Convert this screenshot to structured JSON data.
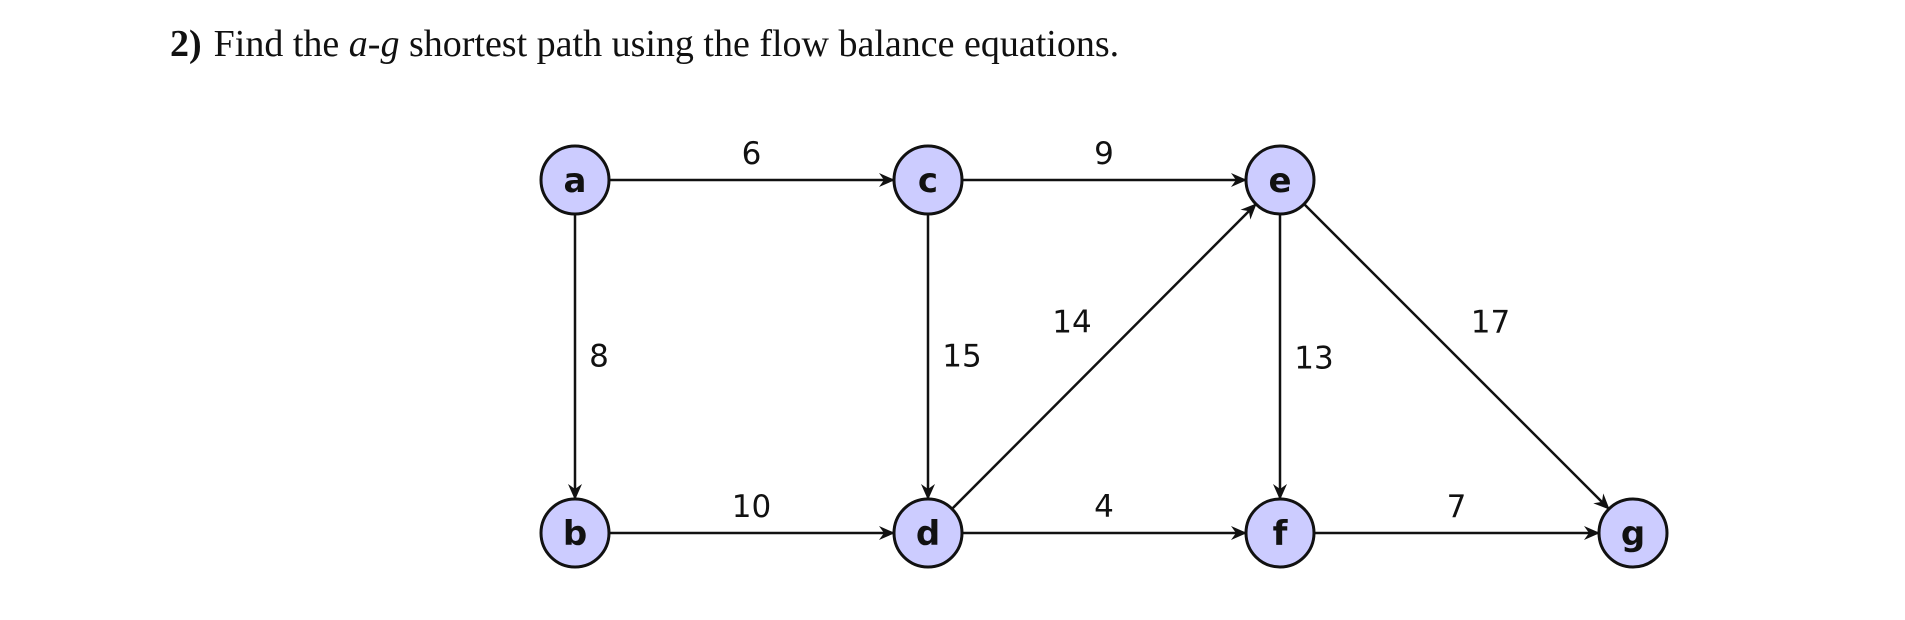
{
  "problem": {
    "number": "2)",
    "text_before": "Find the ",
    "var_a": "a",
    "dash": "-",
    "var_g": "g",
    "text_after": " shortest path using the flow balance equations."
  },
  "graph": {
    "nodes": [
      {
        "id": "a",
        "label": "a"
      },
      {
        "id": "b",
        "label": "b"
      },
      {
        "id": "c",
        "label": "c"
      },
      {
        "id": "d",
        "label": "d"
      },
      {
        "id": "e",
        "label": "e"
      },
      {
        "id": "f",
        "label": "f"
      },
      {
        "id": "g",
        "label": "g"
      }
    ],
    "edges": [
      {
        "from": "a",
        "to": "c",
        "weight": "6"
      },
      {
        "from": "a",
        "to": "b",
        "weight": "8"
      },
      {
        "from": "c",
        "to": "e",
        "weight": "9"
      },
      {
        "from": "c",
        "to": "d",
        "weight": "15"
      },
      {
        "from": "b",
        "to": "d",
        "weight": "10"
      },
      {
        "from": "d",
        "to": "e",
        "weight": "14"
      },
      {
        "from": "d",
        "to": "f",
        "weight": "4"
      },
      {
        "from": "e",
        "to": "f",
        "weight": "13"
      },
      {
        "from": "e",
        "to": "g",
        "weight": "17"
      },
      {
        "from": "f",
        "to": "g",
        "weight": "7"
      }
    ],
    "node_fill": "#ccccff",
    "stroke_color": "#111111"
  }
}
